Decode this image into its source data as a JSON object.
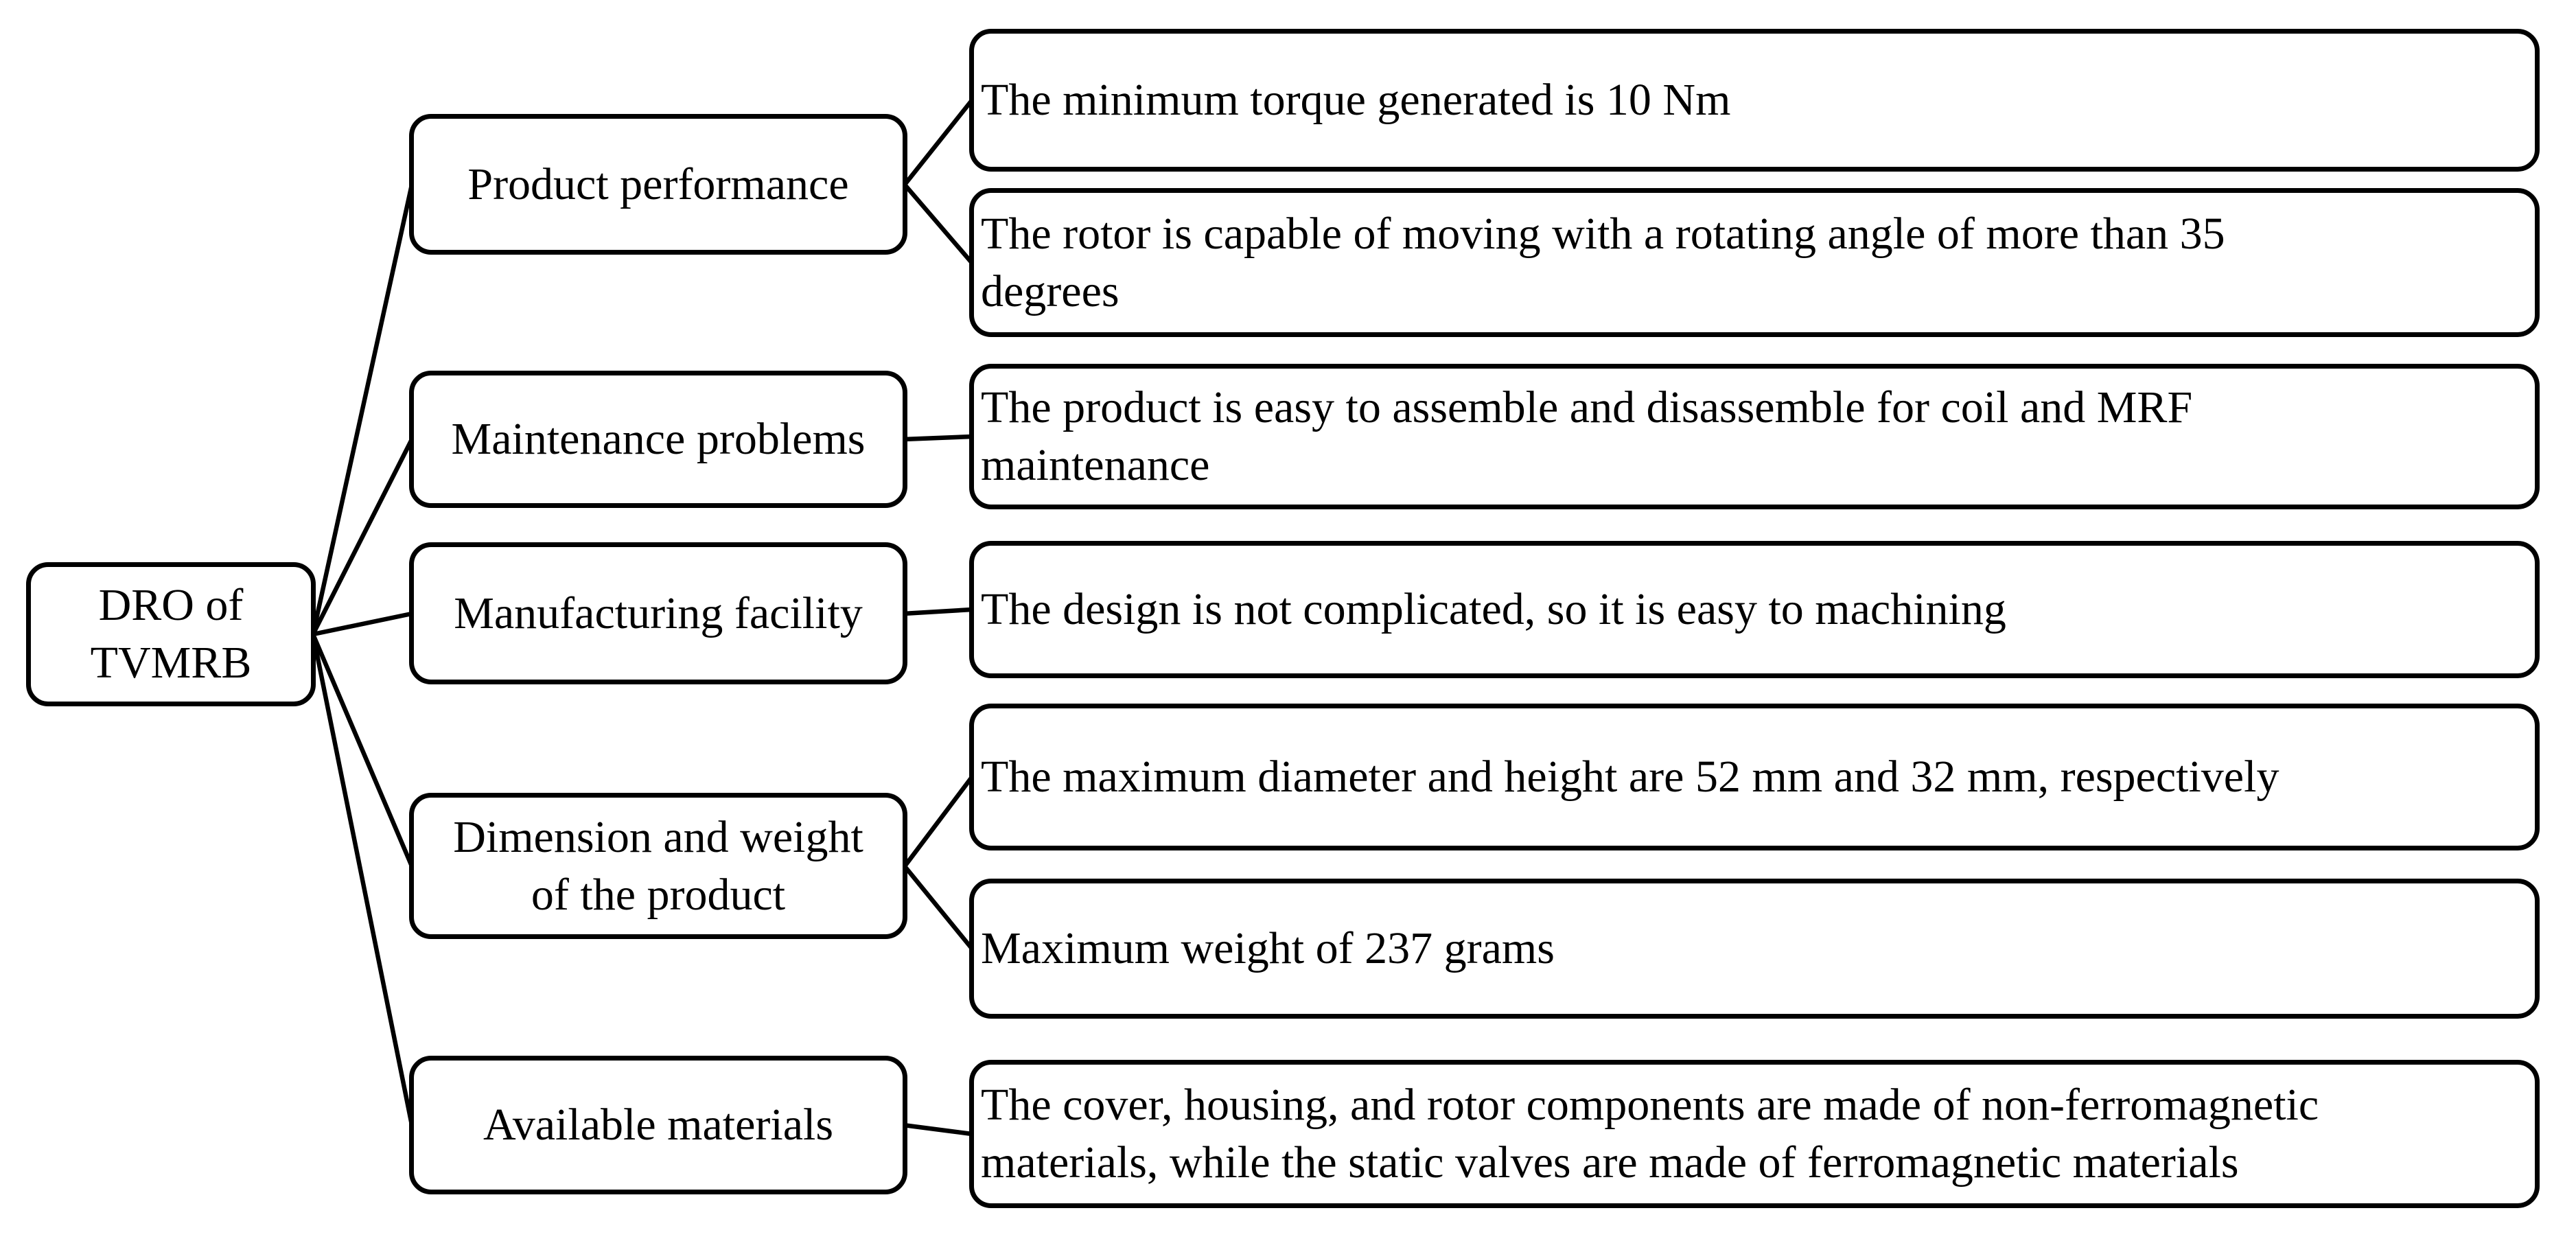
{
  "figure": {
    "colors": {
      "background": "#ffffff",
      "node_fill": "#ffffff",
      "node_border": "#000000",
      "connector": "#000000",
      "text": "#000000"
    },
    "root": {
      "label": "DRO of TVMRB",
      "label_lines": [
        "DRO of",
        "TVMRB"
      ]
    },
    "categories": [
      {
        "label": "Product performance",
        "label_lines": [
          "Product performance"
        ],
        "statement_indexes": [
          0,
          1
        ]
      },
      {
        "label": "Maintenance problems",
        "label_lines": [
          "Maintenance problems"
        ],
        "statement_indexes": [
          2
        ]
      },
      {
        "label": "Manufacturing facility",
        "label_lines": [
          "Manufacturing facility"
        ],
        "statement_indexes": [
          3
        ]
      },
      {
        "label": "Dimension and weight of the product",
        "label_lines": [
          "Dimension and weight",
          "of the product"
        ],
        "statement_indexes": [
          4,
          5
        ]
      },
      {
        "label": "Available materials",
        "label_lines": [
          "Available materials"
        ],
        "statement_indexes": [
          6
        ]
      }
    ],
    "statements": [
      {
        "text": "The minimum torque generated is 10 Nm",
        "lines": [
          "The minimum torque generated is 10 Nm"
        ]
      },
      {
        "text": "The rotor is capable of moving with a rotating angle of more than 35 degrees",
        "lines": [
          "The rotor is capable of moving with a rotating angle of more than 35",
          "degrees"
        ]
      },
      {
        "text": "The product is easy to assemble and disassemble for coil and MRF maintenance",
        "lines": [
          "The product is easy to assemble and disassemble for coil and MRF",
          "maintenance"
        ]
      },
      {
        "text": "The design is not complicated, so it is easy to machining",
        "lines": [
          "The design is not complicated, so it is easy to machining"
        ]
      },
      {
        "text": "The maximum diameter and height are 52 mm and 32 mm, respectively",
        "lines": [
          "The maximum diameter and height are 52 mm and 32 mm, respectively"
        ]
      },
      {
        "text": "Maximum weight of 237 grams",
        "lines": [
          "Maximum weight of 237 grams"
        ]
      },
      {
        "text": "The cover, housing, and rotor components are made of non-ferromagnetic materials, while the static valves are made of ferromagnetic materials",
        "lines": [
          "The cover, housing, and rotor components are made of non-ferromagnetic",
          "materials, while the static valves are made of ferromagnetic materials"
        ]
      }
    ]
  }
}
